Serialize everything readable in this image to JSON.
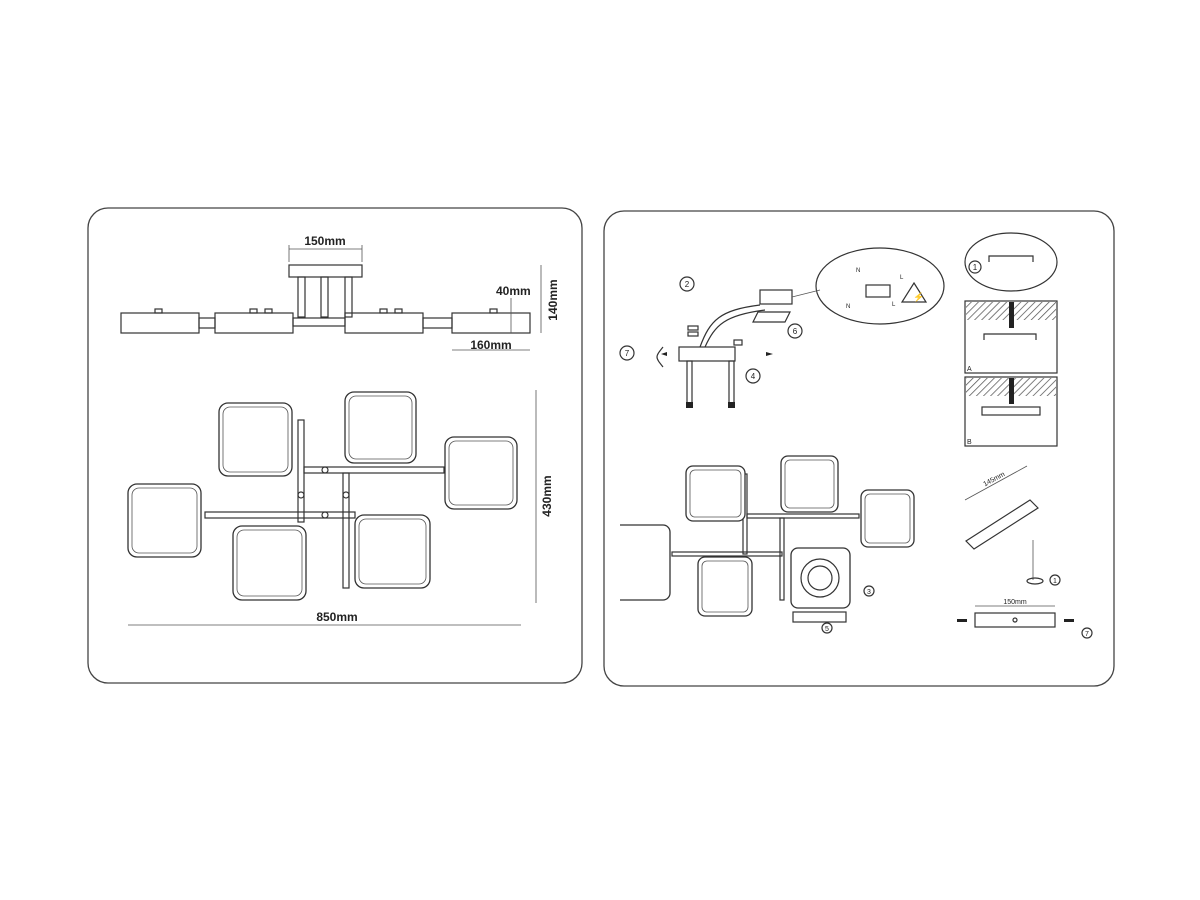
{
  "dimensions_panel": {
    "top_width": "150mm",
    "shade_height": "40mm",
    "total_height": "140mm",
    "shade_length": "160mm",
    "depth": "430mm",
    "total_width": "850mm"
  },
  "installation_panel": {
    "steps": {
      "s2": "2",
      "s7": "7",
      "s4": "4",
      "s6": "6",
      "s3": "3",
      "s5": "5",
      "s1_detail": "1",
      "s1_bracket": "1",
      "s7_bracket": "7"
    },
    "wiring": {
      "n1": "N",
      "l1": "L",
      "n2": "N",
      "l2": "L"
    },
    "mount_variants": {
      "a": "A",
      "b": "B"
    },
    "bracket_spacing": "145mm",
    "bracket_width": "150mm"
  }
}
